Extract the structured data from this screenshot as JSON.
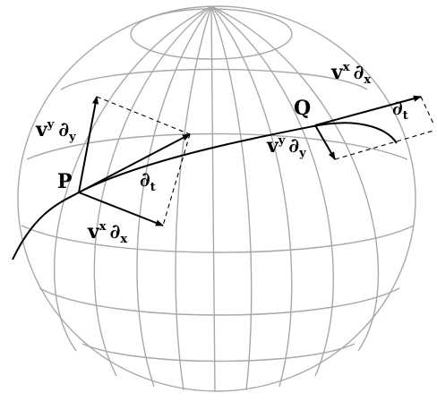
{
  "points": {
    "p": "P",
    "q": "Q"
  },
  "labels": {
    "p_vy": "v",
    "p_vy_sup": "y",
    "p_dy": "∂",
    "p_dy_sub": "y",
    "p_dt": "∂",
    "p_dt_sub": "t",
    "p_vx": "v",
    "p_vx_sup": "x",
    "p_dx": "∂",
    "p_dx_sub": "x",
    "q_vx": "v",
    "q_vx_sup": "x",
    "q_dx": "∂",
    "q_dx_sub": "x",
    "q_dt": "∂",
    "q_dt_sub": "t",
    "q_vy": "v",
    "q_vy_sup": "y",
    "q_dy": "∂",
    "q_dy_sub": "y"
  },
  "colors": {
    "grid": "#a8a8a8",
    "ink": "#000000",
    "background": "#ffffff"
  }
}
